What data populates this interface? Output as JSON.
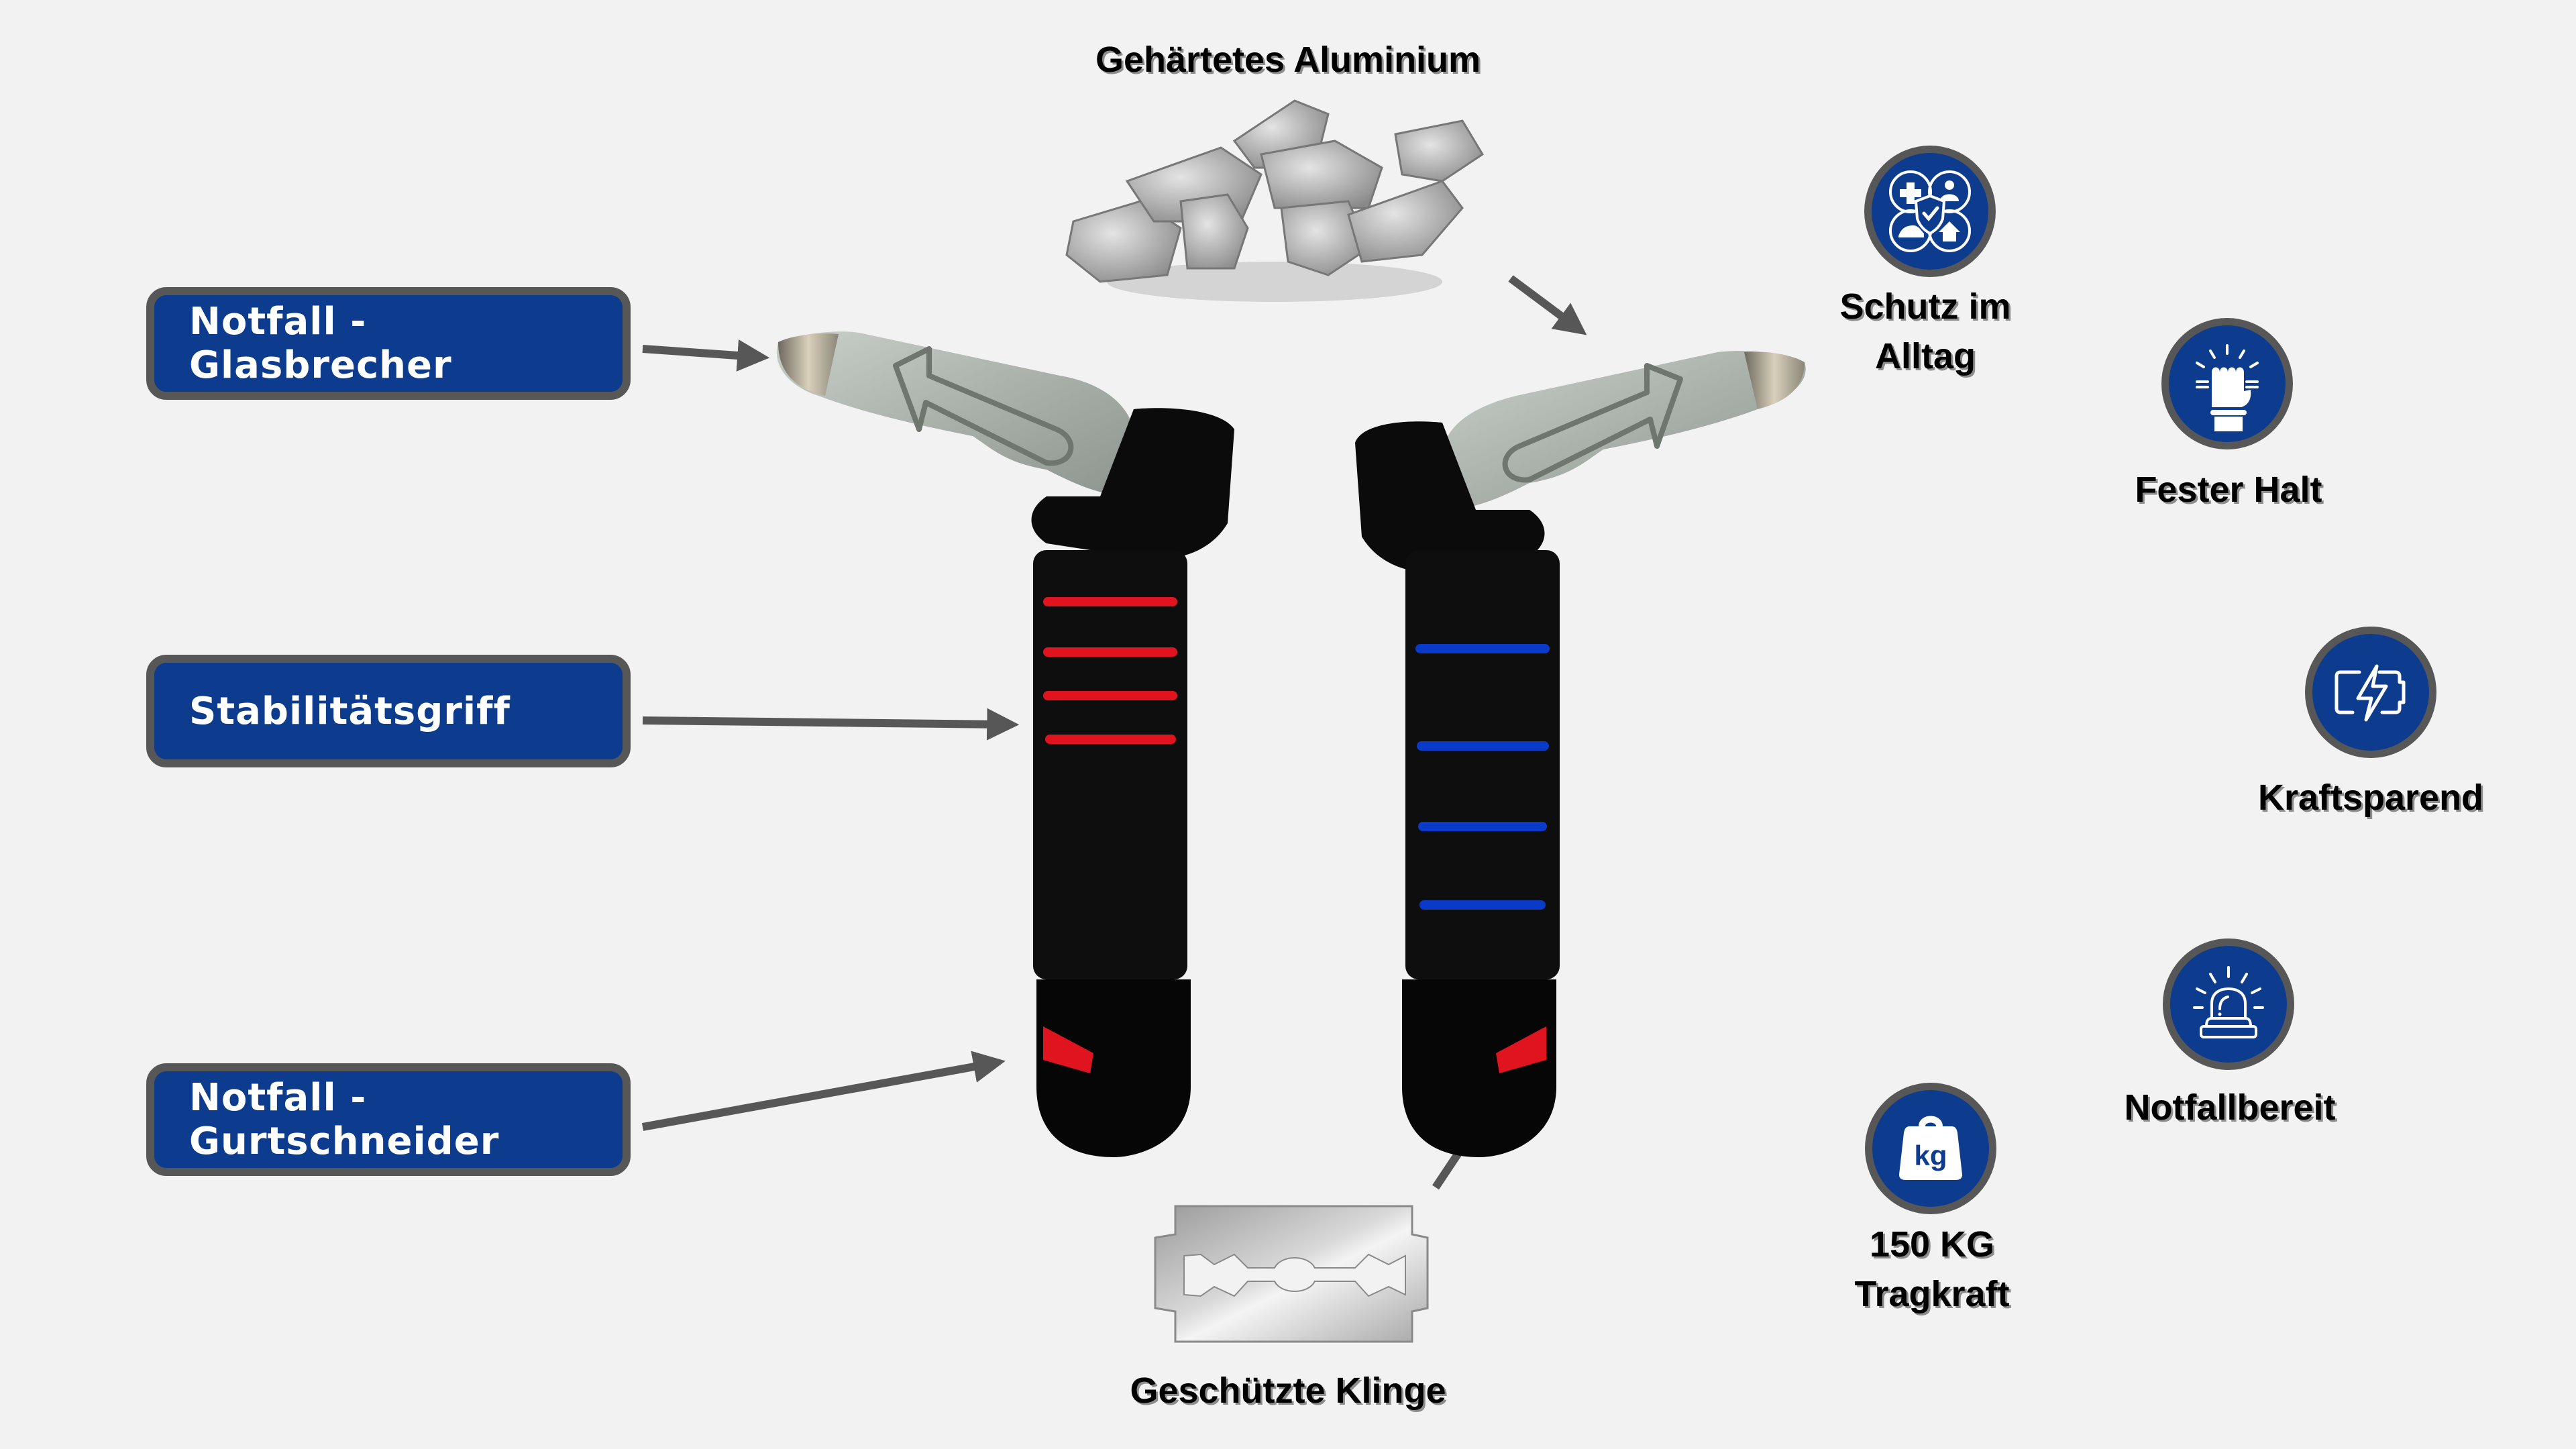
{
  "callouts": {
    "glass_breaker": "Notfall - Glasbrecher",
    "stability_grip": "Stabilitätsgriff",
    "belt_cutter": "Notfall - Gurtschneider"
  },
  "materials": {
    "aluminium": "Gehärtetes Aluminium",
    "blade": "Geschützte Klinge"
  },
  "features": [
    {
      "label_line1": "Schutz im",
      "label_line2": "Alltag",
      "icon": "protection-icon"
    },
    {
      "label_line1": "Fester Halt",
      "label_line2": "",
      "icon": "fist-icon"
    },
    {
      "label_line1": "Kraftsparend",
      "label_line2": "",
      "icon": "battery-bolt-icon"
    },
    {
      "label_line1": "Notfallbereit",
      "label_line2": "",
      "icon": "siren-icon"
    },
    {
      "label_line1": "150 KG",
      "label_line2": "Tragkraft",
      "icon": "weight-kg-icon",
      "icon_text": "kg"
    }
  ],
  "colors": {
    "brand_blue": "#0d3c8e",
    "border_gray": "#575757",
    "background": "#f2f2f2",
    "accent_red": "#e0141e",
    "accent_blue": "#0a3ac8"
  }
}
